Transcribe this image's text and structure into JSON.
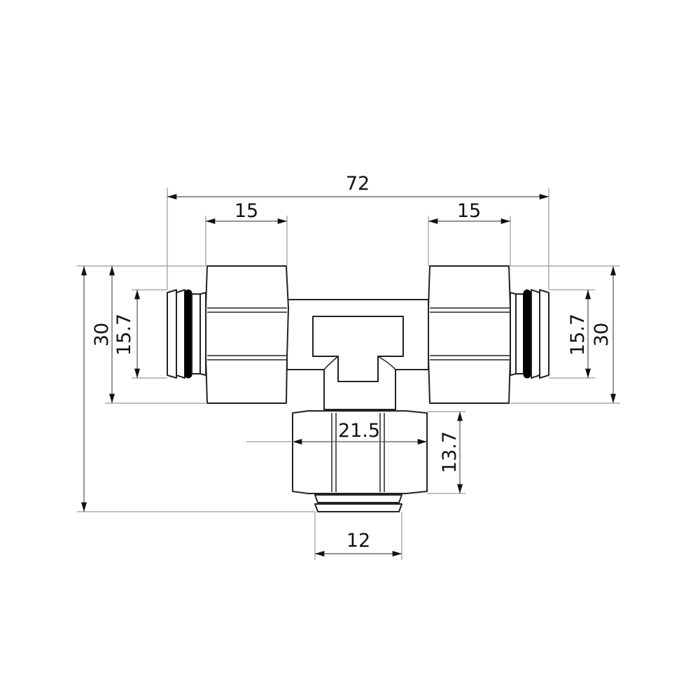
{
  "drawing": {
    "title": "Tee fitting technical drawing",
    "dimensions": {
      "overall_width": "72",
      "left_nut_length": "15",
      "right_nut_length": "15",
      "left_outer_height": "30",
      "left_inner_height": "15.7",
      "right_inner_height": "15.7",
      "right_outer_height": "30",
      "bottom_nut_width": "21.5",
      "bottom_nut_height": "13.7",
      "bottom_spigot_width": "12"
    },
    "colors": {
      "line": "#222222",
      "extension_line": "#9a9a9a",
      "oring": "#000000",
      "background": "#ffffff"
    }
  }
}
